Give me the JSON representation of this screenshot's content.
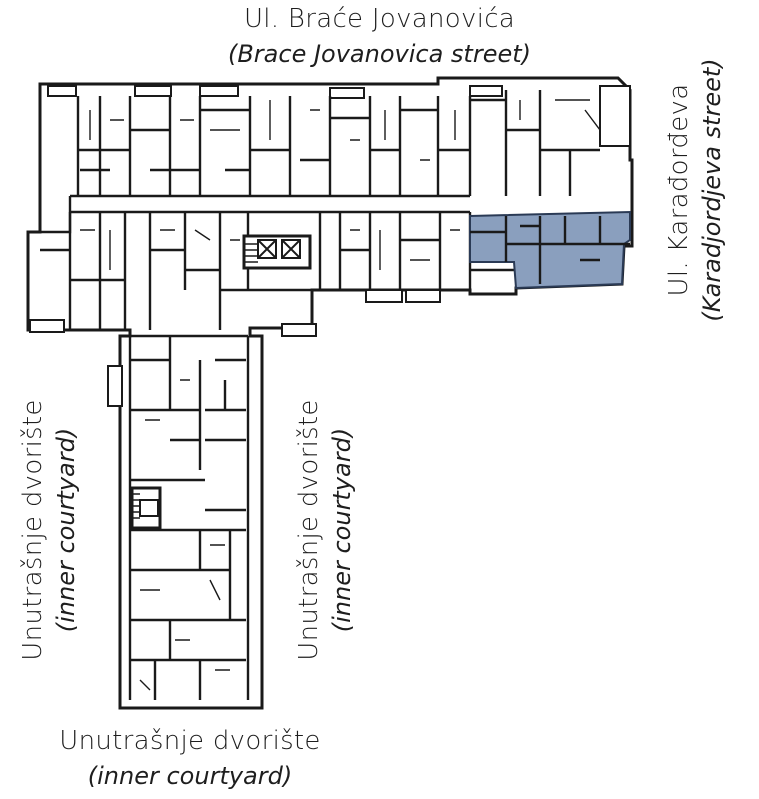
{
  "labels": {
    "top": {
      "main": "Ul. Braće Jovanovića",
      "sub": "(Brace Jovanovica street)"
    },
    "right": {
      "main": "Ul. Karađorđeva",
      "sub": "(Karadjordjeva street)"
    },
    "left": {
      "main": "Unutrašnje dvorište",
      "sub": "(inner courtyard)"
    },
    "middle": {
      "main": "Unutrašnje dvorište",
      "sub": "(inner courtyard)"
    },
    "bottom": {
      "main": "Unutrašnje dvorište",
      "sub": "(inner courtyard)"
    }
  },
  "colors": {
    "highlight": "#8a9fbe",
    "walls": "#1a1a1a",
    "background": "#ffffff"
  }
}
